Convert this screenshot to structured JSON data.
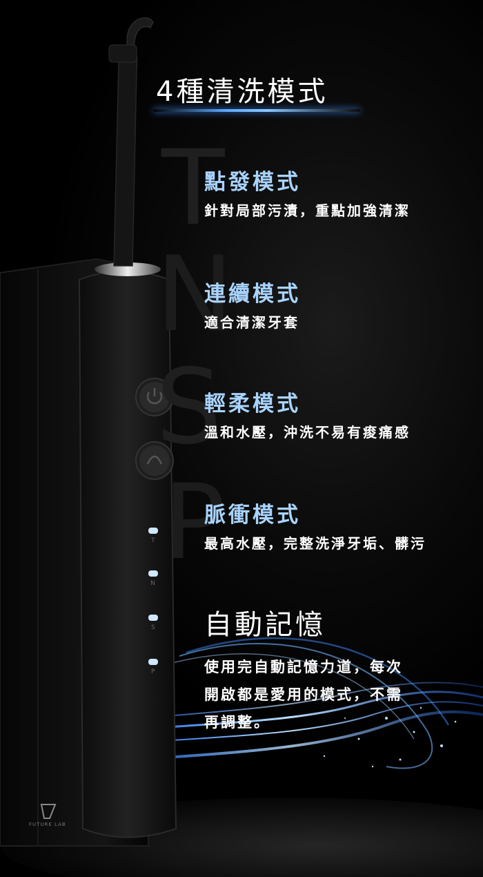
{
  "heading": "4種清洗模式",
  "modes": [
    {
      "letter": "T",
      "title": "點發模式",
      "desc": "針對局部污漬，重點加強清潔"
    },
    {
      "letter": "N",
      "title": "連續模式",
      "desc": "適合清潔牙套"
    },
    {
      "letter": "S",
      "title": "輕柔模式",
      "desc": "溫和水壓，沖洗不易有痠痛感"
    },
    {
      "letter": "P",
      "title": "脈衝模式",
      "desc": "最高水壓，完整洗淨牙垢、髒污"
    }
  ],
  "memory": {
    "title": "自動記憶",
    "desc": "使用完自動記憶力道，每次\n開啟都是愛用的模式，不需\n再調整。"
  },
  "device": {
    "indicators": [
      "T",
      "N",
      "S",
      "P"
    ],
    "brand": "FUTURE LAB"
  },
  "colors": {
    "accent_blue": "#5aa8ff",
    "mode_title": "#a9d4ff",
    "led": "#cfe8ff"
  }
}
